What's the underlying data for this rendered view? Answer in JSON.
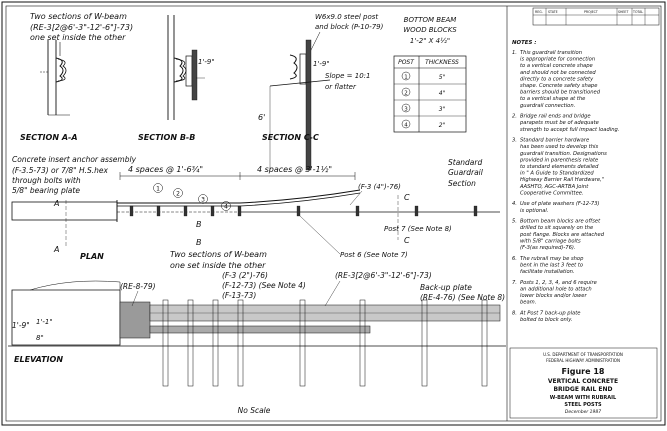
{
  "sections": {
    "aa": {
      "label": "SECTION A-A",
      "annot1": "Two sections of W-beam",
      "annot2": "(RE-3[2@6'-3\"-12'-6\"]-73)",
      "annot3": "one set inside the other"
    },
    "bb": {
      "label": "SECTION B-B",
      "dim": "1'-9\""
    },
    "cc": {
      "label": "SECTION C-C",
      "post1": "W6x9.0 steel post",
      "post2": "and block (P-10-79)",
      "dim_a": "1'-9\"",
      "slope1": "Slope = 10:1",
      "slope2": "or flatter",
      "dim_b": "6'"
    }
  },
  "table": {
    "title1": "BOTTOM BEAM",
    "title2": "WOOD BLOCKS",
    "title3": "1'-2\" X 4½\"",
    "headers": [
      "POST",
      "THICKNESS"
    ],
    "rows": [
      {
        "post": "1",
        "thickness": "5\""
      },
      {
        "post": "2",
        "thickness": "4\""
      },
      {
        "post": "3",
        "thickness": "3\""
      },
      {
        "post": "4",
        "thickness": "2\""
      }
    ]
  },
  "title_block": {
    "headers": [
      "REG.",
      "STATE",
      "PROJECT",
      "SHEET",
      "TOTAL"
    ],
    "agency1": "U.S. DEPARTMENT OF TRANSPORTATION",
    "agency2": "FEDERAL HIGHWAY ADMINISTRATION",
    "figure": "Figure 18",
    "title1": "VERTICAL CONCRETE",
    "title2": "BRIDGE RAIL END",
    "title3": "W-BEAM WITH RUBRAIL",
    "title4": "STEEL POSTS",
    "date": "December 1987"
  },
  "notes": {
    "heading": "NOTES :",
    "items": [
      {
        "num": "1.",
        "lines": [
          "This guardrail transition",
          "is appropriate for connection",
          "to a vertical concrete shape",
          "and should not be connected",
          "directly to a concrete safety",
          "shape. Concrete safety shape",
          "barriers should be transitioned",
          "to a vertical shape at the",
          "guardrail connection."
        ]
      },
      {
        "num": "2.",
        "lines": [
          "Bridge rail ends and bridge",
          "parapets must be of adequate",
          "strength to accept full impact loading."
        ]
      },
      {
        "num": "3.",
        "lines": [
          "Standard barrier hardware",
          "has been used to develop this",
          "guardrail transition. Designations",
          "provided in parenthesis relate",
          "to standard elements detailed",
          "in \" A Guide to Standardized",
          "Highway Barrier Rail Hardware,\"",
          "AASHTO, AGC-ARTBA Joint",
          "Cooperative Committee."
        ]
      },
      {
        "num": "4.",
        "lines": [
          "Use of plate washers (F-12-73)",
          "is optional."
        ]
      },
      {
        "num": "5.",
        "lines": [
          "Bottom beam blocks are offset",
          "drilled to sit squarely on the",
          "post flange. Blocks are attached",
          "with 5/8\" carriage bolts",
          "(F-3(as required)-76)."
        ]
      },
      {
        "num": "6.",
        "lines": [
          "The rubrail may be shop",
          "bent in the last 3 feet to",
          "facilitate installation."
        ]
      },
      {
        "num": "7.",
        "lines": [
          "Posts 1, 2, 3, 4, and 6 require",
          "an additional hole to attach",
          "lower blocks and/or lower",
          "beam."
        ]
      },
      {
        "num": "8.",
        "lines": [
          "At Post 7 back-up plate",
          "bolted to block only."
        ]
      }
    ]
  },
  "plan": {
    "anchor1": "Concrete insert anchor assembly",
    "anchor2": "(F-3.5-73) or 7/8\" H.S.hex",
    "anchor3": "through bolts with",
    "anchor4": "5/8\" bearing plate",
    "spaces1": "4 spaces @ 1'-6¾\"",
    "spaces2": "4 spaces @ 3'-1½\"",
    "std1": "Standard",
    "std2": "Guardrail",
    "std3": "Section",
    "f3": "(F-3 (4\")-76)",
    "post7": "Post 7 (See Note 8)",
    "post6": "Post 6 (See Note 7)",
    "label": "PLAN",
    "beams1": "Two sections of W-beam",
    "beams2": "one set inside the other",
    "cut_a": "A",
    "cut_b": "B",
    "cut_c": "C",
    "posts": [
      "1",
      "2",
      "3",
      "4"
    ]
  },
  "elevation": {
    "re879": "(RE-8-79)",
    "f3_2": "(F-3 (2\")-76)",
    "f12": "(F-12-73) (See Note 4)",
    "f13": "(F-13-73)",
    "re3": "(RE-3[2@6'-3\"-12'-6\"]-73)",
    "backup1": "Back-up plate",
    "backup2": "(RE-4-76) (See Note 8)",
    "dim1": "1'-9\"",
    "dim2": "1'-1\"",
    "dim3": "8\"",
    "label": "ELEVATION",
    "scale": "No Scale"
  }
}
